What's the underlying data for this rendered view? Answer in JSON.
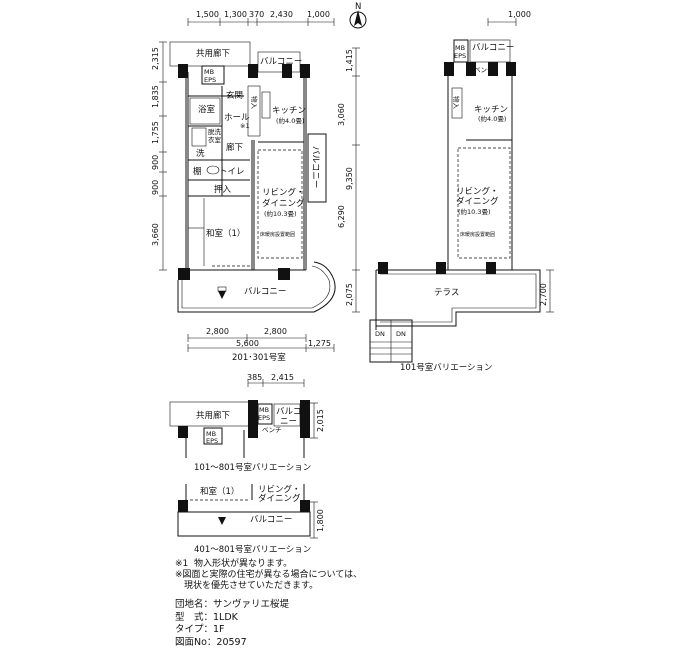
{
  "plan_top": {
    "dims_top": [
      "1,500",
      "1,300",
      "370",
      "2,430",
      "1,000"
    ],
    "dims_left": [
      "2,315",
      "1,835",
      "1,755",
      "900",
      "900",
      "3,660"
    ],
    "dims_right": [
      "1,415",
      "3,060",
      "9,350",
      "6,290",
      "2,075"
    ],
    "dims_bottom_row1": [
      "2,800",
      "2,800"
    ],
    "dims_bottom_row2": [
      "5,600",
      "1,275"
    ],
    "caption": "201･301号室",
    "rooms": {
      "corridor": "共用廊下",
      "mb": "MB",
      "eps": "EPS",
      "balcony_small": "バルコニー",
      "entrance": "玄関",
      "bath": "浴室",
      "hall": "ホール",
      "star": "※1",
      "storage": "物入",
      "washroom1": "脱洗",
      "washroom2": "衣室",
      "wash": "洗",
      "corridor2": "廊下",
      "shelf": "棚",
      "toilet": "トイレ",
      "closet": "押入",
      "japanese": "和室（1）",
      "kitchen": "キッチン",
      "kitchen_size": "(約4.0畳)",
      "balcony_side": "バルコニー",
      "living1": "リビング・",
      "living2": "ダイニング",
      "living_size": "(約10.3畳)",
      "floor_heat": "床暖房設置範囲",
      "balcony": "バルコニー",
      "ref": "冷"
    }
  },
  "plan_101": {
    "dim_top": "1,000",
    "dim_right": "2,700",
    "caption": "101号室バリエーション",
    "rooms": {
      "mb": "MB",
      "eps": "EPS",
      "balcony": "バルコニー",
      "bench": "ベンチ",
      "storage": "物入",
      "kitchen": "キッチン",
      "kitchen_size": "(約4.0畳)",
      "living1": "リビング・",
      "living2": "ダイニング",
      "living_size": "(約10.3畳)",
      "floor_heat": "床暖房設置範囲",
      "terrace": "テラス",
      "dn": "DN"
    }
  },
  "variation_1": {
    "dims_top": [
      "385",
      "2,415"
    ],
    "dim_right": "2,015",
    "caption": "101～801号室バリエーション",
    "rooms": {
      "corridor": "共用廊下",
      "mb": "MB",
      "eps": "EPS",
      "balcony": "バルコ",
      "balcony2": "ニー",
      "bench": "ベンチ",
      "mb2": "MB",
      "eps2": "EPS"
    }
  },
  "variation_2": {
    "dim_right": "1,800",
    "caption": "401～801号室バリエーション",
    "rooms": {
      "japanese": "和室（1）",
      "living1": "リビング・",
      "living2": "ダイニング",
      "balcony": "バルコニー"
    }
  },
  "compass": "N",
  "notes": [
    "※1  物入形状が異なります。",
    "※図面と実際の住宅が異なる場合については、",
    "　現状を優先させていただきます。"
  ],
  "info": [
    {
      "label": "団地名：",
      "value": "サンヴァリエ桜堤"
    },
    {
      "label": "型　式：",
      "value": "1LDK"
    },
    {
      "label": "タイプ：",
      "value": "1F"
    },
    {
      "label": "図面No：",
      "value": "20597"
    }
  ]
}
